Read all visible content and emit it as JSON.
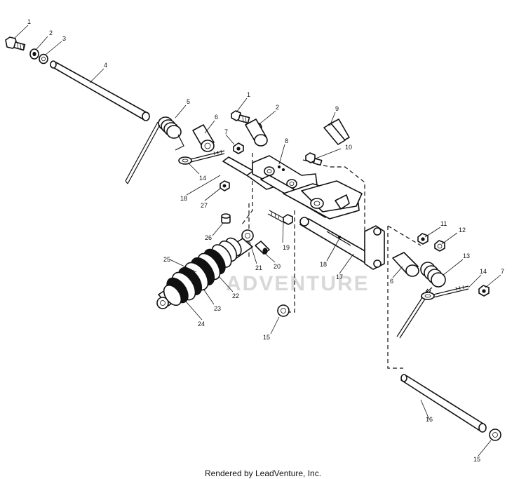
{
  "footer": {
    "text": "Rendered by LeadVenture, Inc."
  },
  "watermark": {
    "text": "ADVENTURE"
  },
  "callouts": {
    "c1a": "1",
    "c2a": "2",
    "c3": "3",
    "c4": "4",
    "c5": "5",
    "c6a": "6",
    "c7a": "7",
    "c14a": "14",
    "c18a": "18",
    "c27": "27",
    "c1b": "1",
    "c2b": "2",
    "c9": "9",
    "c8": "8",
    "c10": "10",
    "c26": "26",
    "c19": "19",
    "c21": "21",
    "c20": "20",
    "c25": "25",
    "c22": "22",
    "c23": "23",
    "c24": "24",
    "c18b": "18",
    "c17": "17",
    "c6b": "6",
    "c11": "11",
    "c12": "12",
    "c13": "13",
    "c14b": "14",
    "c7b": "7",
    "c15a": "15",
    "c16": "16",
    "c15b": "15"
  }
}
